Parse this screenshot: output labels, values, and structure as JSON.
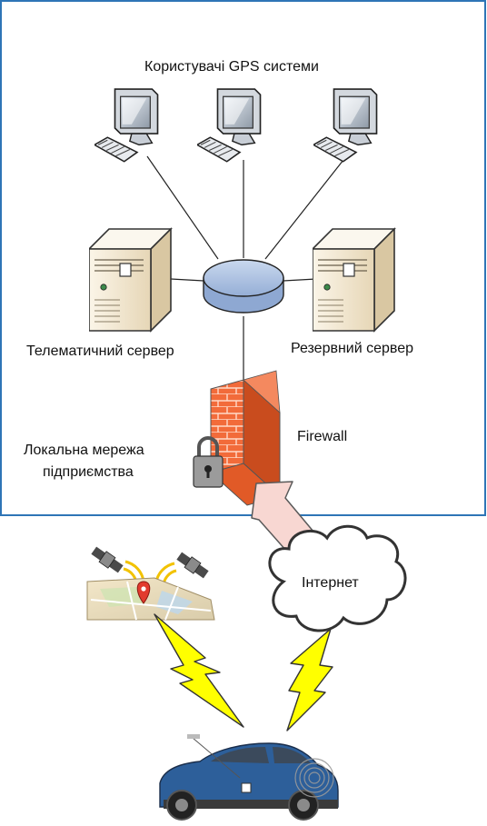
{
  "labels": {
    "users": "Користувачі GPS системи",
    "telematic_server": "Телематичний сервер",
    "backup_server": "Резервний сервер",
    "firewall": "Firewall",
    "lan_line1": "Локальна мережа",
    "lan_line2": "підприємства",
    "internet": "Інтернет"
  },
  "colors": {
    "frame": "#2e75b6",
    "firewall_brick": "#f26b3a",
    "arrow_fill": "#f8d7d2",
    "lightning": "#ffff00",
    "router": "#a7bedf",
    "server_beige": "#f2e6cf",
    "car_blue": "#2d5f9a"
  },
  "icons": [
    "computer-icon",
    "keyboard-icon",
    "server-icon",
    "router-icon",
    "firewall-icon",
    "padlock-icon",
    "cloud-icon",
    "satellite-icon",
    "map-icon",
    "lightning-icon",
    "car-icon",
    "gps-signal-icon"
  ]
}
